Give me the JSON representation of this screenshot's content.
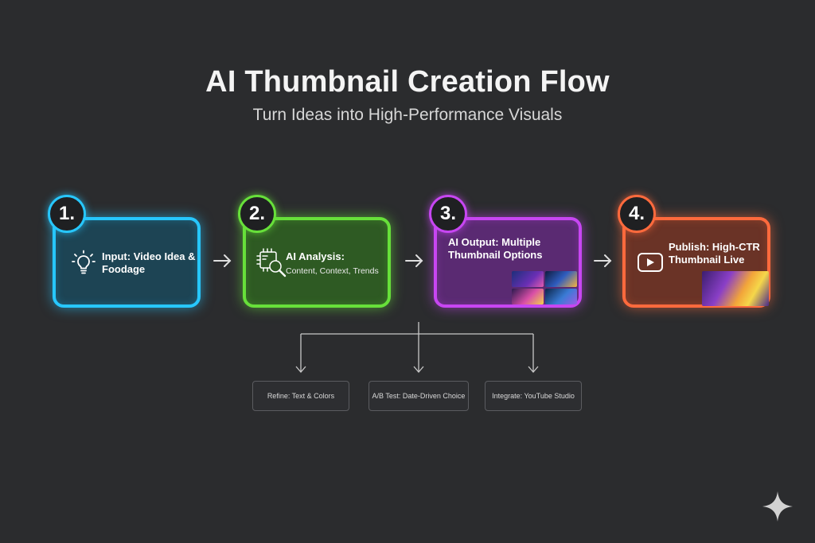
{
  "title": "AI Thumbnail Creation Flow",
  "subtitle": "Turn Ideas into High-Performance Visuals",
  "steps": [
    {
      "number": "1.",
      "label": "Input: Video Idea & Foodage",
      "color": "#27c7ff",
      "icon": "lightbulb-icon"
    },
    {
      "number": "2.",
      "label": "AI Analysis:",
      "sublabel": "Content, Context, Trends",
      "color": "#67e03a",
      "icon": "chip-search-icon"
    },
    {
      "number": "3.",
      "label": "AI Output: Multiple Thumbnail Options",
      "color": "#c746f2",
      "icon": "thumbnail-grid-icon"
    },
    {
      "number": "4.",
      "label": "Publish: High-CTR Thumbnail Live",
      "color": "#ff6a3d",
      "icon": "play-button-icon"
    }
  ],
  "branches": [
    {
      "label": "Refine: Text & Colors"
    },
    {
      "label": "A/B Test: Date-Driven Choice"
    },
    {
      "label": "Integrate: YouTube Studio"
    }
  ],
  "colors": {
    "background": "#2b2c2e",
    "line": "#c8c8c8"
  },
  "decor_icon": "sparkle-icon"
}
